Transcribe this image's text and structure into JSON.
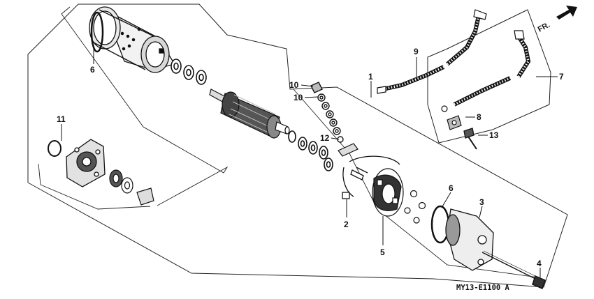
{
  "diagram": {
    "drawing_code": "MY13-E1100 A",
    "direction_label": "FR.",
    "callouts": {
      "c1": "1",
      "c2": "2",
      "c3": "3",
      "c4": "4",
      "c5": "5",
      "c6_left": "6",
      "c6_right": "6",
      "c7": "7",
      "c8": "8",
      "c9": "9",
      "c10_upper": "10",
      "c10_lower": "10",
      "c11": "11",
      "c12": "12",
      "c13": "13"
    }
  }
}
